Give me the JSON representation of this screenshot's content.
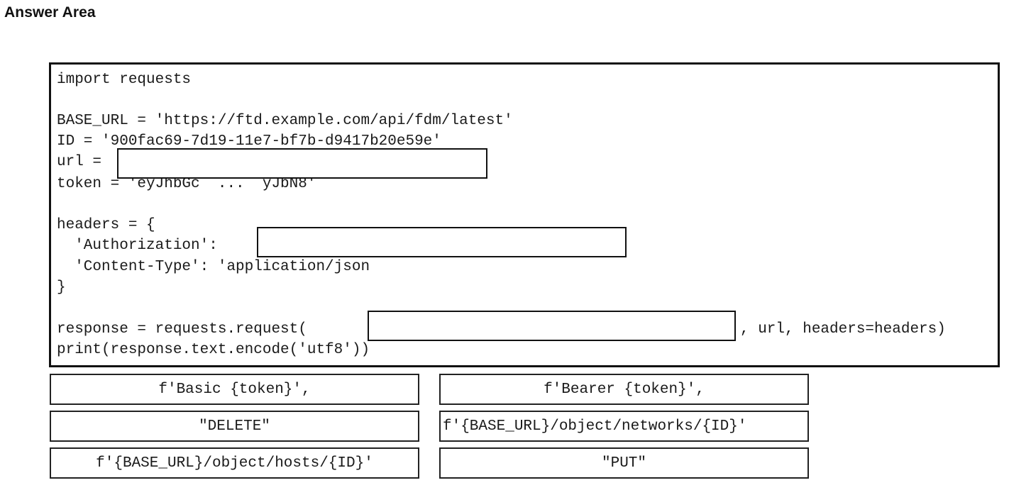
{
  "header": {
    "title": "Answer Area"
  },
  "code": {
    "line_import": "import requests",
    "line_base_url": "BASE_URL = 'https://ftd.example.com/api/fdm/latest'",
    "line_id": "ID = '900fac69-7d19-11e7-bf7b-d9417b20e59e'",
    "line_url_prefix": "url =",
    "line_token": "token = 'eyJhbGc  ...  yJbN8'",
    "line_headers_open": "headers = {",
    "line_auth_prefix": "  'Authorization':",
    "line_content_type": "  'Content-Type': 'application/json",
    "line_headers_close": "}",
    "line_response_prefix": "response = requests.request(",
    "line_response_suffix": ", url, headers=headers)",
    "line_print": "print(response.text.encode('utf8'))"
  },
  "options": [
    "f'Basic {token}',",
    "f'Bearer {token}',",
    "\"DELETE\"",
    "f'{BASE_URL}/object/networks/{ID}'",
    "f'{BASE_URL}/object/hosts/{ID}'",
    "\"PUT\""
  ]
}
